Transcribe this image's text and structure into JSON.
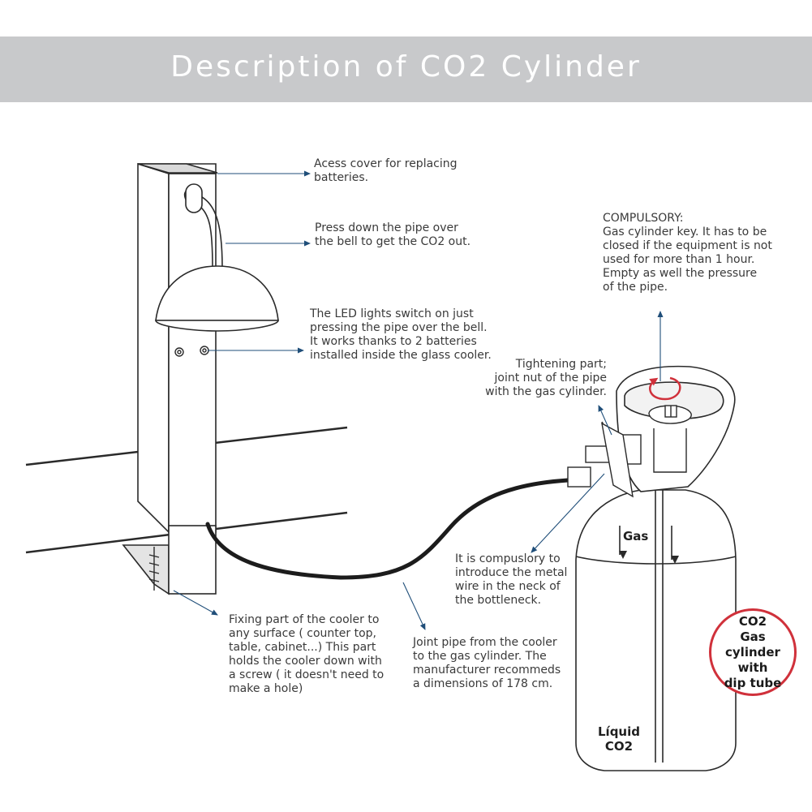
{
  "banner": {
    "title": "Description of CO2 Cylinder",
    "bg_color": "#c8c9cb",
    "text_color": "#ffffff"
  },
  "annotations": {
    "access_cover": "Acess cover for replacing\nbatteries.",
    "press_pipe": "Press down the pipe over\nthe bell to get the CO2 out.",
    "led_lights": "The LED lights switch on just\npressing the pipe over the bell.\nIt works thanks to 2 batteries\ninstalled inside the glass cooler.",
    "compulsory_key": "COMPULSORY:\nGas cylinder key. It has to be\nclosed if the equipment is not\nused for more than 1 hour.\nEmpty as well the pressure\nof the pipe.",
    "tightening_part": "Tightening part;\njoint nut of the pipe\nwith the gas cylinder.",
    "metal_wire": "It is compuslory to\nintroduce the metal\nwire in the neck of\nthe bottleneck.",
    "fixing_part": "Fixing part of the cooler to\nany surface ( counter top,\ntable, cabinet...) This part\nholds the cooler down with\na screw ( it doesn't need to\nmake a hole)",
    "joint_pipe": "Joint pipe from the cooler\nto the gas cylinder. The\nmanufacturer recommeds\na dimensions of 178 cm."
  },
  "cylinder": {
    "gas_label": "Gas",
    "liquid_label": "Líquid\nCO2"
  },
  "badge": {
    "text": "CO2\nGas cylinder\nwith\ndip tube",
    "border_color": "#d0313b"
  },
  "colors": {
    "arrow": "#1f4e79",
    "line_art": "#2a2a2a",
    "rotation_arrow": "#d0313b"
  }
}
